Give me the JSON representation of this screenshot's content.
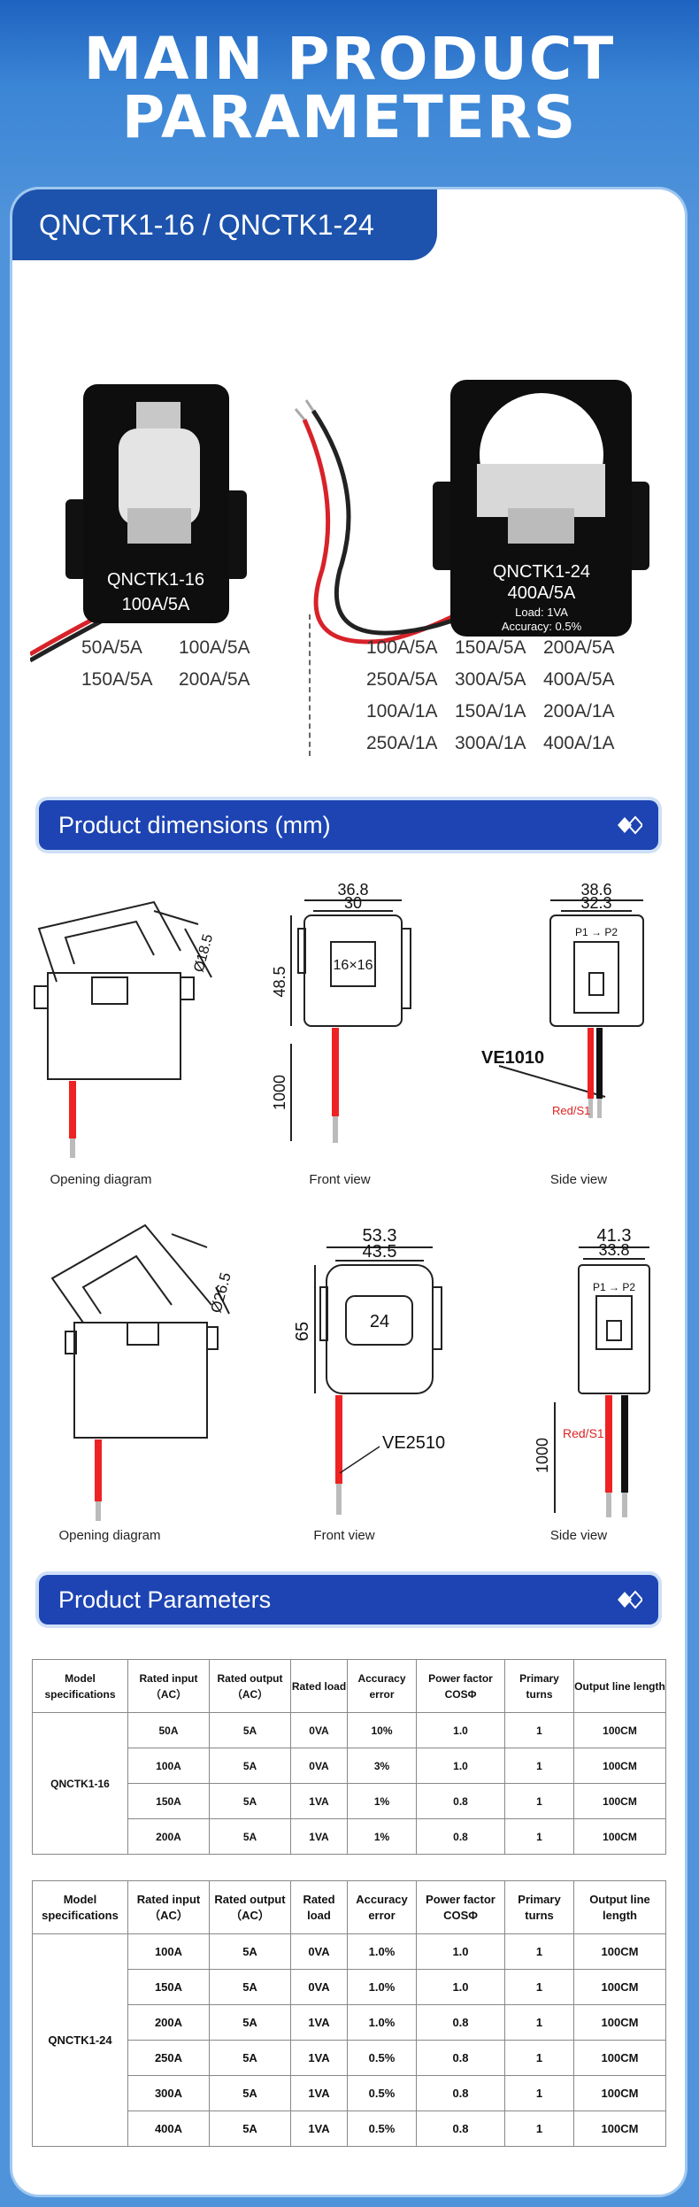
{
  "header": {
    "title_line1": "MAIN PRODUCT",
    "title_line2": "PARAMETERS"
  },
  "model_tab": "QNCTK1-16 / QNCTK1-24",
  "products": {
    "small": {
      "label1": "QNCTK1-16",
      "label2": "100A/5A"
    },
    "large": {
      "label1": "QNCTK1-24",
      "label2": "400A/5A",
      "label3": "Load: 1VA",
      "label4": "Accuracy: 0.5%"
    }
  },
  "ranges_16": [
    "50A/5A",
    "100A/5A",
    "150A/5A",
    "200A/5A"
  ],
  "ranges_24": [
    "100A/5A",
    "150A/5A",
    "200A/5A",
    "250A/5A",
    "300A/5A",
    "400A/5A",
    "100A/1A",
    "150A/1A",
    "200A/1A",
    "250A/1A",
    "300A/1A",
    "400A/1A"
  ],
  "dimensions": {
    "title": "Product dimensions (mm)",
    "row1": {
      "opening_dim": "Ø18.5",
      "front_w1": "36.8",
      "front_w2": "30",
      "front_h": "48.5",
      "front_win": "16×16",
      "front_lead": "1000",
      "side_w1": "38.6",
      "side_w2": "32.3",
      "side_p": "P1 → P2",
      "side_wire": "VE1010",
      "side_red": "Red/S1"
    },
    "row2": {
      "opening_dim": "Ø26.5",
      "front_w1": "53.3",
      "front_w2": "43.5",
      "front_h": "65",
      "front_win": "24",
      "front_wire": "VE2510",
      "side_w1": "41.3",
      "side_w2": "33.8",
      "side_p": "P1 → P2",
      "side_lead": "1000",
      "side_red": "Red/S1"
    },
    "captions": [
      "Opening diagram",
      "Front view",
      "Side view"
    ]
  },
  "params": {
    "title": "Product Parameters",
    "headers": [
      "Model specifications",
      "Rated input （AC）",
      "Rated output （AC）",
      "Rated load",
      "Accuracy error",
      "Power factor COSΦ",
      "Primary turns",
      "Output line length"
    ],
    "table1": {
      "model": "QNCTK1-16",
      "rows": [
        [
          "50A",
          "5A",
          "0VA",
          "10%",
          "1.0",
          "1",
          "100CM"
        ],
        [
          "100A",
          "5A",
          "0VA",
          "3%",
          "1.0",
          "1",
          "100CM"
        ],
        [
          "150A",
          "5A",
          "1VA",
          "1%",
          "0.8",
          "1",
          "100CM"
        ],
        [
          "200A",
          "5A",
          "1VA",
          "1%",
          "0.8",
          "1",
          "100CM"
        ]
      ]
    },
    "table2": {
      "model": "QNCTK1-24",
      "rows": [
        [
          "100A",
          "5A",
          "0VA",
          "1.0%",
          "1.0",
          "1",
          "100CM"
        ],
        [
          "150A",
          "5A",
          "0VA",
          "1.0%",
          "1.0",
          "1",
          "100CM"
        ],
        [
          "200A",
          "5A",
          "1VA",
          "1.0%",
          "0.8",
          "1",
          "100CM"
        ],
        [
          "250A",
          "5A",
          "1VA",
          "0.5%",
          "0.8",
          "1",
          "100CM"
        ],
        [
          "300A",
          "5A",
          "1VA",
          "0.5%",
          "0.8",
          "1",
          "100CM"
        ],
        [
          "400A",
          "5A",
          "1VA",
          "0.5%",
          "0.8",
          "1",
          "100CM"
        ]
      ]
    }
  }
}
